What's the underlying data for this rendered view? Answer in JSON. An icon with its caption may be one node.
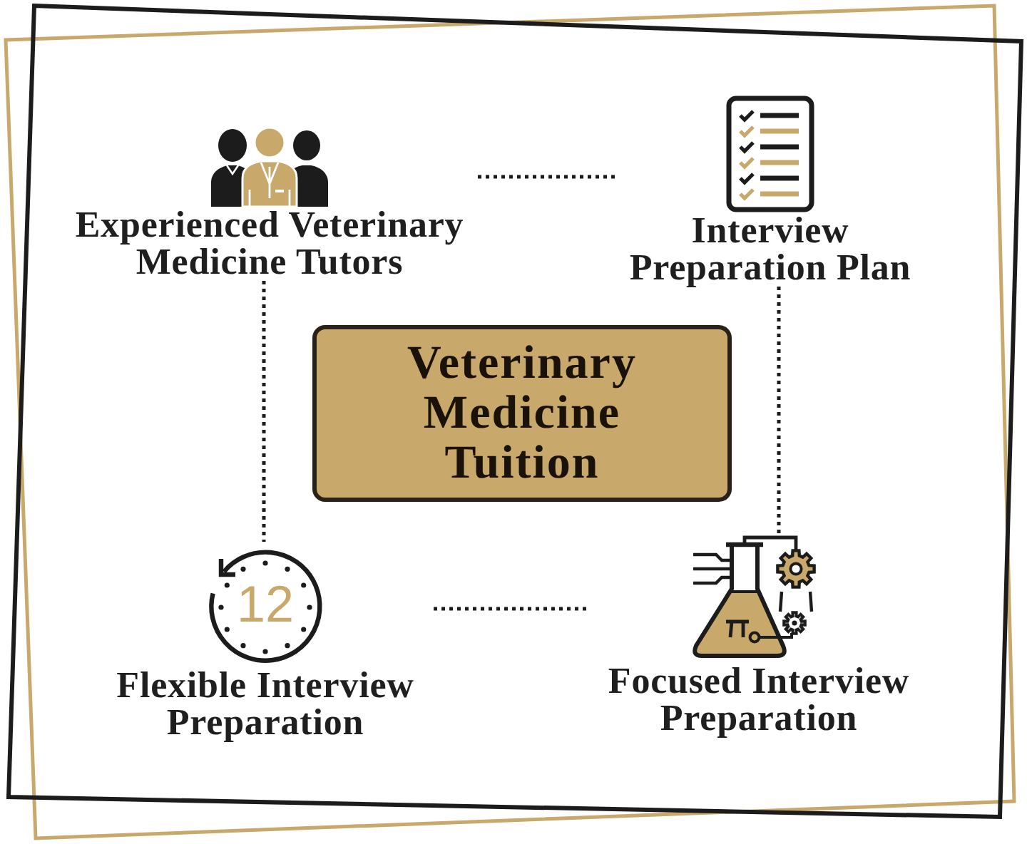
{
  "diagram": {
    "nodes": [
      {
        "text": [
          "Experienced Veterinary Medicine Tutors"
        ]
      },
      {
        "text": [
          "Interview Preparation Plan"
        ]
      },
      {
        "text": [
          "Veterinary Medicine Tuition"
        ]
      },
      {
        "text": [
          "12",
          "Flexible Interview Preparation"
        ]
      },
      {
        "text": [
          "Focused Interview Preparation"
        ]
      }
    ],
    "edges": [
      {
        "from": 0,
        "to": 1,
        "arrow": "none",
        "style": "dashed"
      },
      {
        "from": 0,
        "to": 3,
        "arrow": "none",
        "style": "dashed"
      },
      {
        "from": 1,
        "to": 4,
        "arrow": "none",
        "style": "dashed"
      },
      {
        "from": 3,
        "to": 4,
        "arrow": "none",
        "style": "dashed"
      }
    ]
  }
}
